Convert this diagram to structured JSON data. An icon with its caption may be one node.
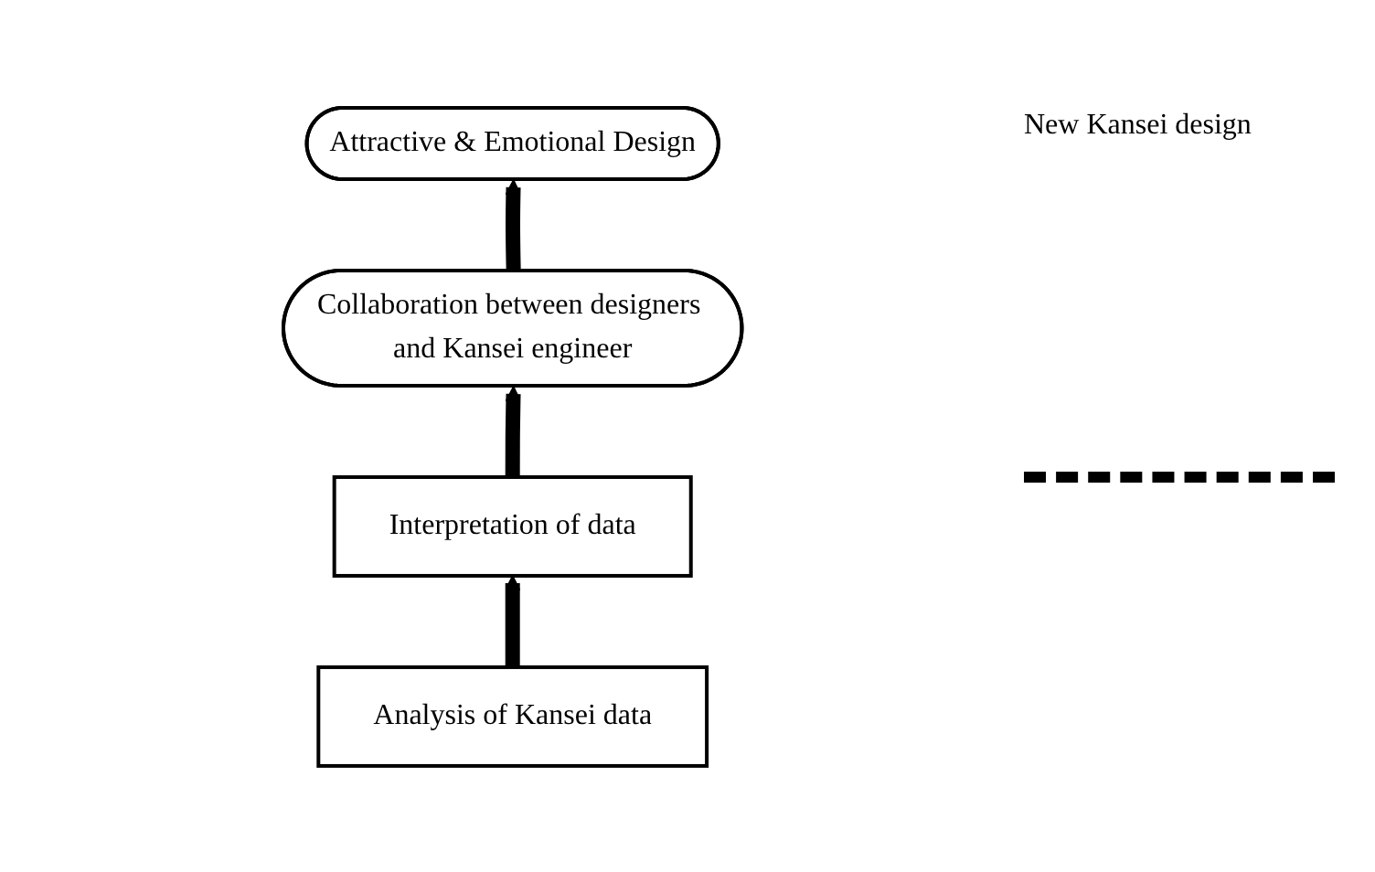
{
  "diagram": {
    "nodes": [
      {
        "text": [
          "Attractive & Emotional Design"
        ]
      },
      {
        "text": [
          "Collaboration between designers and Kansei engineer"
        ]
      },
      {
        "text": [
          "Interpretation of data"
        ]
      },
      {
        "text": [
          "Analysis of Kansei data"
        ]
      }
    ],
    "edges": [
      {
        "from": 3,
        "to": 2,
        "arrow": "to"
      },
      {
        "from": 2,
        "to": 1,
        "arrow": "to"
      },
      {
        "from": 1,
        "to": 0,
        "arrow": "to"
      }
    ],
    "labels": [
      "New Kansei design"
    ]
  }
}
